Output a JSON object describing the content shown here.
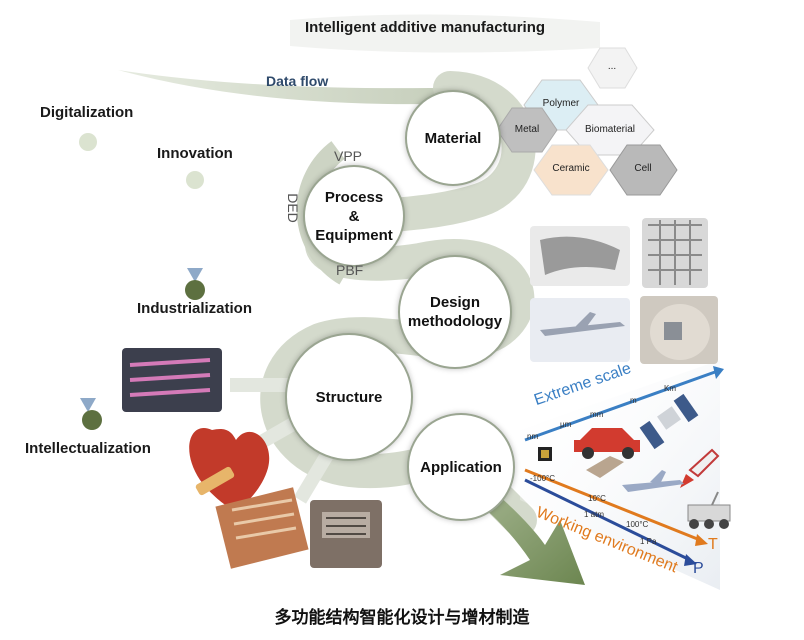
{
  "title": "Intelligent additive manufacturing",
  "data_flow": "Data flow",
  "stages": {
    "digitalization": "Digitalization",
    "innovation": "Innovation",
    "industrialization": "Industrialization",
    "intellectualization": "Intellectualization"
  },
  "nodes": {
    "material": "Material",
    "process_line1": "Process",
    "process_line2": "&",
    "process_line3": "Equipment",
    "design_line1": "Design",
    "design_line2": "methodology",
    "structure": "Structure",
    "application": "Application"
  },
  "process_types": {
    "vpp": "VPP",
    "ded": "DED",
    "pbf": "PBF"
  },
  "materials": [
    "...",
    "Polymer",
    "Metal",
    "Biomaterial",
    "Ceramic",
    "Cell"
  ],
  "scale_axis": {
    "title": "Extreme scale",
    "ticks": [
      "nm",
      "μm",
      "mm",
      "m",
      "Km"
    ]
  },
  "environment_axis": {
    "title": "Working environment",
    "temp_label": "T",
    "pressure_label": "P",
    "temp_ticks": [
      "-100°C",
      "10°C",
      "100°C"
    ],
    "pressure_ticks": [
      "1 atm",
      "1 Pa"
    ]
  },
  "caption": "多功能结构智能化设计与增材制造",
  "colors": {
    "flow_band": "#c9d1c0",
    "scale_axis": "#3a7fc4",
    "temp_axis": "#e07a1e",
    "pressure_axis": "#2b4c9a",
    "node_dark": "#5d7040",
    "node_light": "#c7d5b3"
  }
}
